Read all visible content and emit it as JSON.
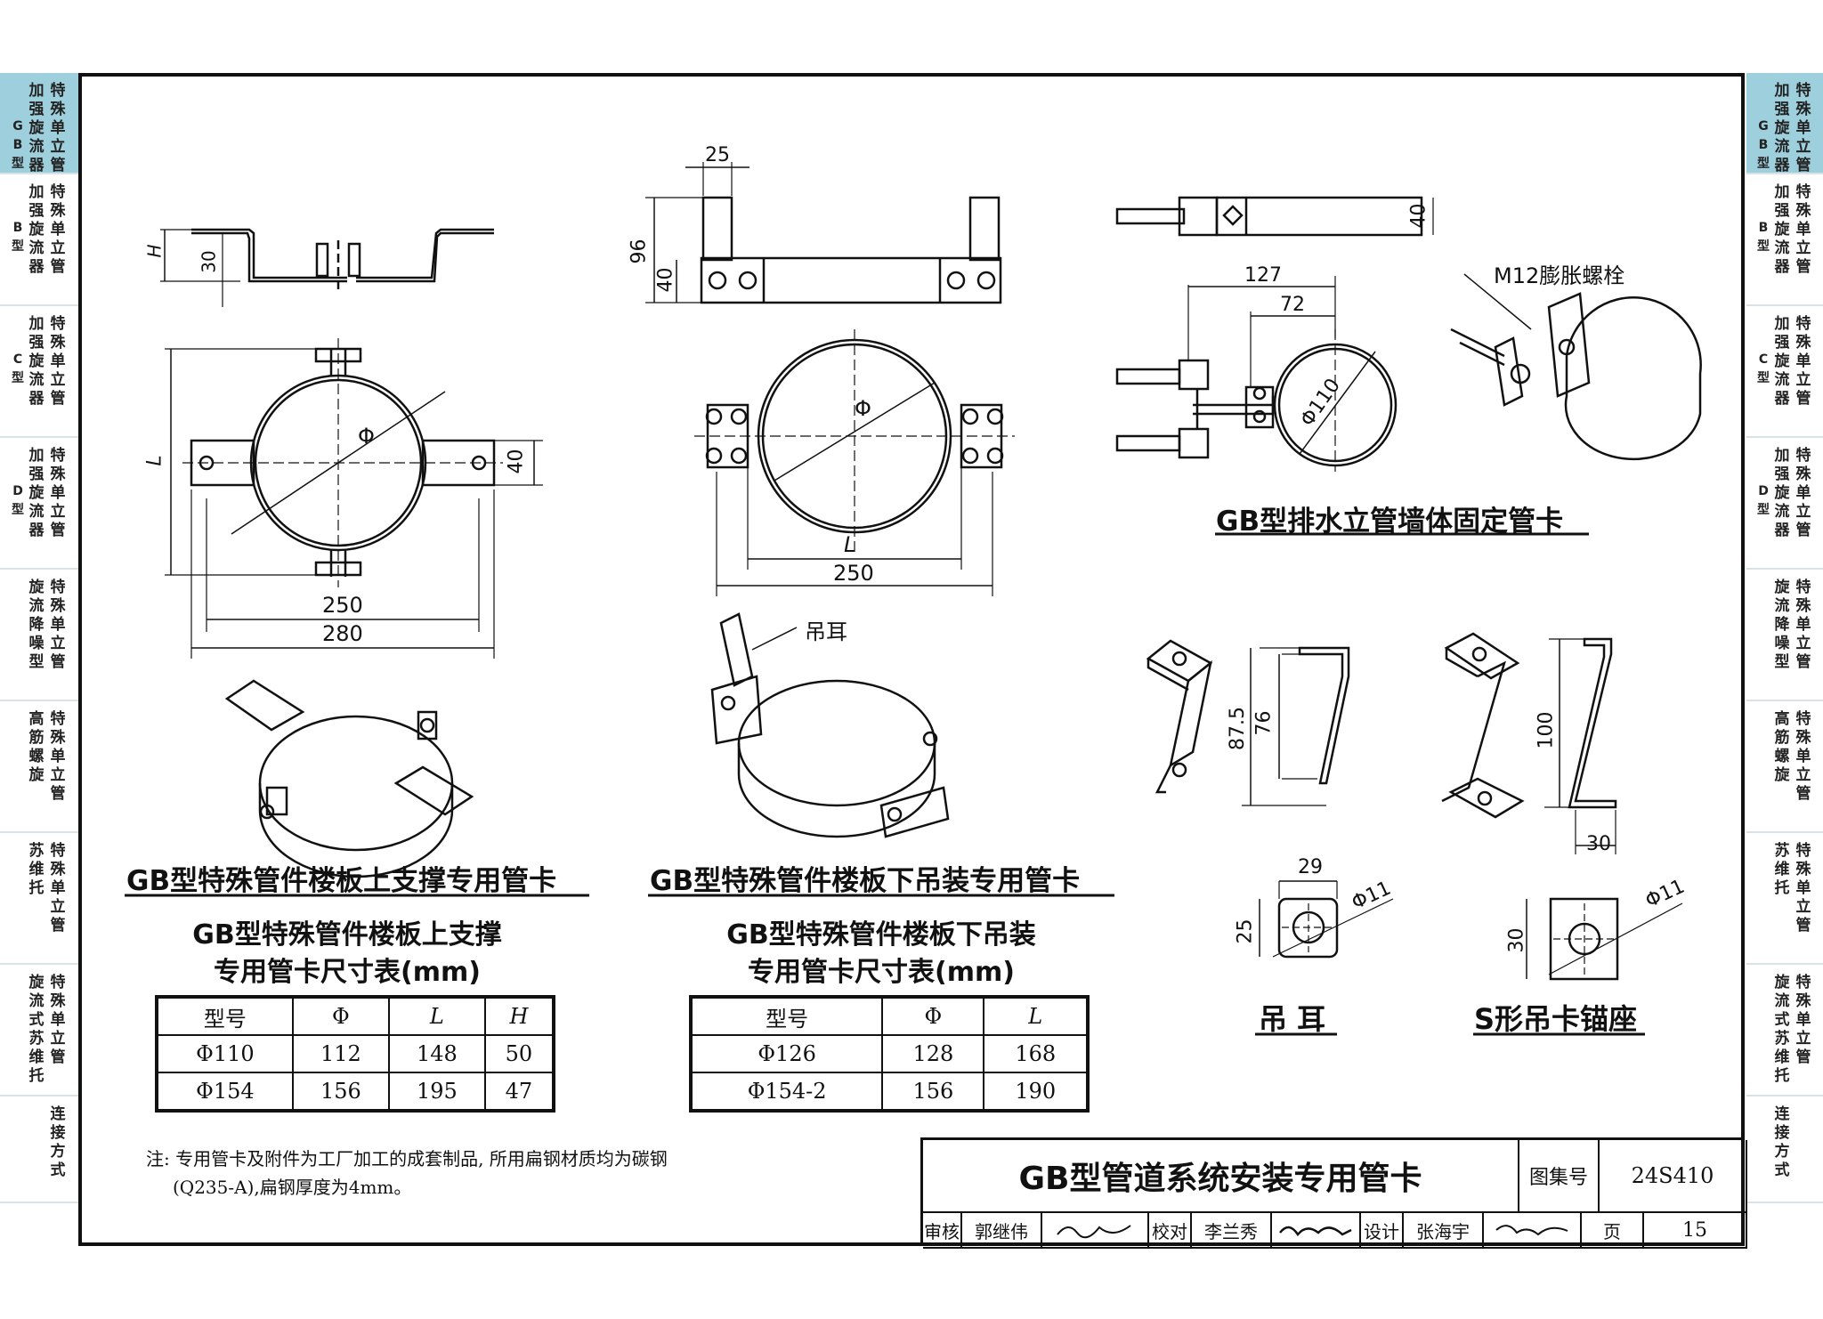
{
  "side_tabs_left": [
    {
      "col1": "GB型",
      "col2": "加强旋流器",
      "col3": "特殊单立管",
      "active": true
    },
    {
      "col1": "B型",
      "col2": "加强旋流器",
      "col3": "特殊单立管",
      "active": false
    },
    {
      "col1": "C型",
      "col2": "加强旋流器",
      "col3": "特殊单立管",
      "active": false
    },
    {
      "col1": "D型",
      "col2": "加强旋流器",
      "col3": "特殊单立管",
      "active": false
    },
    {
      "col1": "",
      "col2": "旋流降噪型",
      "col3": "特殊单立管",
      "active": false
    },
    {
      "col1": "",
      "col2": "高筋螺旋",
      "col3": "特殊单立管",
      "active": false
    },
    {
      "col1": "",
      "col2": "苏维托",
      "col3": "特殊单立管",
      "active": false
    },
    {
      "col1": "",
      "col2": "旋流式苏维托",
      "col3": "特殊单立管",
      "active": false
    },
    {
      "col1": "",
      "col2": "",
      "col3": "连接方式",
      "active": false
    }
  ],
  "side_tabs_right": [
    {
      "col1": "GB型",
      "col2": "加强旋流器",
      "col3": "特殊单立管",
      "active": true
    },
    {
      "col1": "B型",
      "col2": "加强旋流器",
      "col3": "特殊单立管",
      "active": false
    },
    {
      "col1": "C型",
      "col2": "加强旋流器",
      "col3": "特殊单立管",
      "active": false
    },
    {
      "col1": "D型",
      "col2": "加强旋流器",
      "col3": "特殊单立管",
      "active": false
    },
    {
      "col1": "",
      "col2": "旋流降噪型",
      "col3": "特殊单立管",
      "active": false
    },
    {
      "col1": "",
      "col2": "高筋螺旋",
      "col3": "特殊单立管",
      "active": false
    },
    {
      "col1": "",
      "col2": "苏维托",
      "col3": "特殊单立管",
      "active": false
    },
    {
      "col1": "",
      "col2": "旋流式苏维托",
      "col3": "特殊单立管",
      "active": false
    },
    {
      "col1": "",
      "col2": "连接方式",
      "col3": "",
      "active": false
    }
  ],
  "drawings": {
    "support_clamp": {
      "caption": "GB型特殊管件楼板上支撑专用管卡",
      "dims": {
        "h": "H",
        "h30": "30",
        "l": "L",
        "d40": "40",
        "phi": "Φ",
        "w250": "250",
        "w280": "280"
      }
    },
    "hanging_clamp": {
      "caption": "GB型特殊管件楼板下吊装专用管卡",
      "dims": {
        "w25": "25",
        "h96": "96",
        "h40": "40",
        "phi": "Φ",
        "l": "L",
        "w250": "250"
      },
      "ear_label": "吊耳"
    },
    "wall_clamp": {
      "caption": "GB型排水立管墙体固定管卡",
      "dims": {
        "h40": "40",
        "w127": "127",
        "w72": "72",
        "phi110": "Φ110"
      },
      "bolt_label": "M12膨胀螺栓"
    },
    "hanging_ear": {
      "caption": "吊 耳",
      "dims": {
        "h875": "87.5",
        "h76": "76",
        "w29": "29",
        "h25": "25",
        "phi11": "Φ11"
      }
    },
    "s_anchor": {
      "caption": "S形吊卡锚座",
      "dims": {
        "h100": "100",
        "w30": "30",
        "h30": "30",
        "phi11": "Φ11"
      }
    }
  },
  "table_support": {
    "title_line1": "GB型特殊管件楼板上支撑",
    "title_line2": "专用管卡尺寸表(mm)",
    "headers": [
      "型号",
      "Φ",
      "L",
      "H"
    ],
    "rows": [
      [
        "Φ110",
        "112",
        "148",
        "50"
      ],
      [
        "Φ154",
        "156",
        "195",
        "47"
      ]
    ]
  },
  "table_hanging": {
    "title_line1": "GB型特殊管件楼板下吊装",
    "title_line2": "专用管卡尺寸表(mm)",
    "headers": [
      "型号",
      "Φ",
      "L"
    ],
    "rows": [
      [
        "Φ126",
        "128",
        "168"
      ],
      [
        "Φ154-2",
        "156",
        "190"
      ]
    ]
  },
  "note": {
    "line1": "注: 专用管卡及附件为工厂加工的成套制品, 所用扁钢材质均为碳钢",
    "line2": "(Q235-A),扁钢厚度为4mm。"
  },
  "title_block": {
    "title": "GB型管道系统安装专用管卡",
    "atlas_label": "图集号",
    "atlas_no": "24S410",
    "review_label": "审核",
    "reviewer": "郭继伟",
    "check_label": "校对",
    "checker": "李兰秀",
    "design_label": "设计",
    "designer": "张海宇",
    "page_label": "页",
    "page_no": "15"
  }
}
